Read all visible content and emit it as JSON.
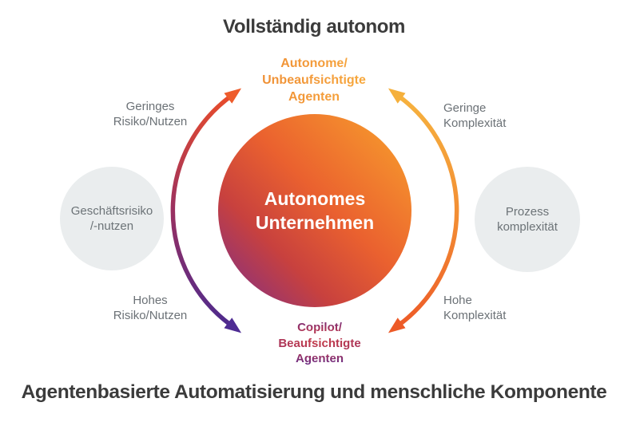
{
  "title_top": "Vollständig autonom",
  "title_bottom": "Agentenbasierte Automatisierung und menschliche Komponente",
  "center_circle": {
    "lines": [
      "Autonomes",
      "Unternehmen"
    ]
  },
  "side_circles": {
    "left": {
      "lines": [
        "Geschäftsrisiko",
        "/-nutzen"
      ]
    },
    "right": {
      "lines": [
        "Prozess",
        "komplexität"
      ]
    }
  },
  "labels": {
    "agent_top": {
      "lines": [
        "Autonome/",
        "Unbeaufsichtigte",
        "Agenten"
      ]
    },
    "agent_bottom": {
      "lines": [
        "Copilot/",
        "Beaufsichtigte",
        "Agenten"
      ]
    },
    "left_top": {
      "lines": [
        "Geringes",
        "Risiko/Nutzen"
      ]
    },
    "left_bottom": {
      "lines": [
        "Hohes",
        "Risiko/Nutzen"
      ]
    },
    "right_top": {
      "lines": [
        "Geringe",
        "Komplexität"
      ]
    },
    "right_bottom": {
      "lines": [
        "Hohe",
        "Komplexität"
      ]
    }
  },
  "icons": {
    "left_arrow": "double-headed-curved-arrow-icon",
    "right_arrow": "double-headed-curved-arrow-icon"
  },
  "colors": {
    "title_text": "#3B3B3B",
    "side_label_text": "#6B7176",
    "gray_circle_fill": "#EAEDEE",
    "gray_circle_text": "#6C7377",
    "center_text": "#FFFFFF",
    "center_gradient_start": "#7B2D8C",
    "center_gradient_mid": "#EA612F",
    "center_gradient_end": "#F8A42C",
    "agent_top_text_start": "#ED8A32",
    "agent_top_text_end": "#F9B03C",
    "agent_bottom_text_center": "#C53B48",
    "agent_bottom_text_edge": "#6E2C80",
    "left_arrow_bottom": "#4C2A8E",
    "left_arrow_mid": "#9A3060",
    "left_arrow_top": "#E94C2B",
    "right_arrow_top": "#F6B33F",
    "right_arrow_bottom": "#ED5A27"
  }
}
